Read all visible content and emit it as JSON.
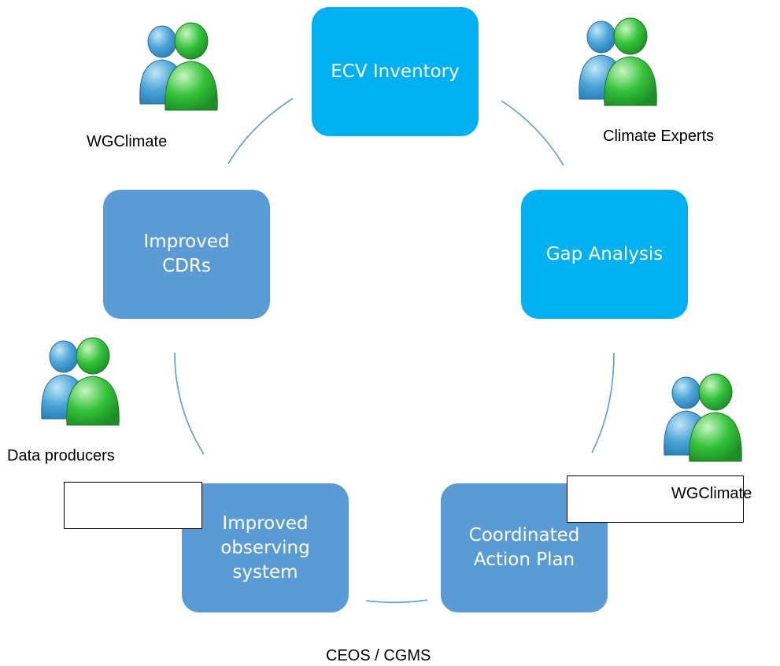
{
  "nodes": {
    "ecv_inventory": {
      "label": "ECV Inventory"
    },
    "gap_analysis": {
      "label": "Gap Analysis"
    },
    "coordinated_action_plan": {
      "label": "Coordinated\nAction Plan"
    },
    "improved_observing_system": {
      "label": "Improved\nobserving\nsystem"
    },
    "improved_cdrs": {
      "label": "Improved\nCDRs"
    }
  },
  "labels": {
    "wgclimate_top": "WGClimate",
    "climate_experts": "Climate Experts",
    "wgclimate_right": "WGClimate",
    "data_producers": "Data producers",
    "ceos_cgms": "CEOS / CGMS"
  },
  "colors": {
    "cyan_box": "#00b0f0",
    "blue_box": "#5b9bd5",
    "connector": "#5b9bd5",
    "person_blue": "#4aa3d8",
    "person_green": "#2ecc40"
  },
  "icons": {
    "people": "two-people-icon"
  }
}
